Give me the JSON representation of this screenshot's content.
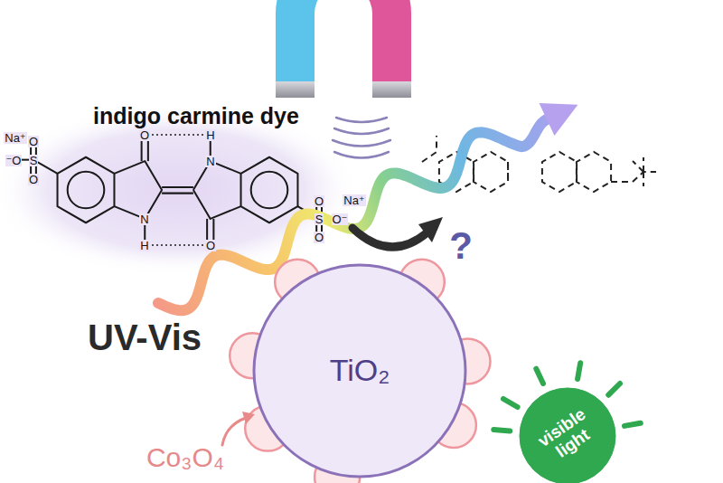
{
  "diagram": {
    "nodes": [
      {
        "text": [
          "TiO₂"
        ]
      },
      {
        "text": [
          "visible light"
        ]
      }
    ],
    "labels": [
      "indigo carmine dye",
      "Na⁺",
      "O",
      "S",
      "O",
      "⁻O",
      "O",
      "H",
      "N",
      "N",
      "H",
      "O",
      "O",
      "S",
      "O",
      "O⁻",
      "Na⁺",
      "UV-Vis",
      "?",
      "Co₃O₄"
    ]
  }
}
